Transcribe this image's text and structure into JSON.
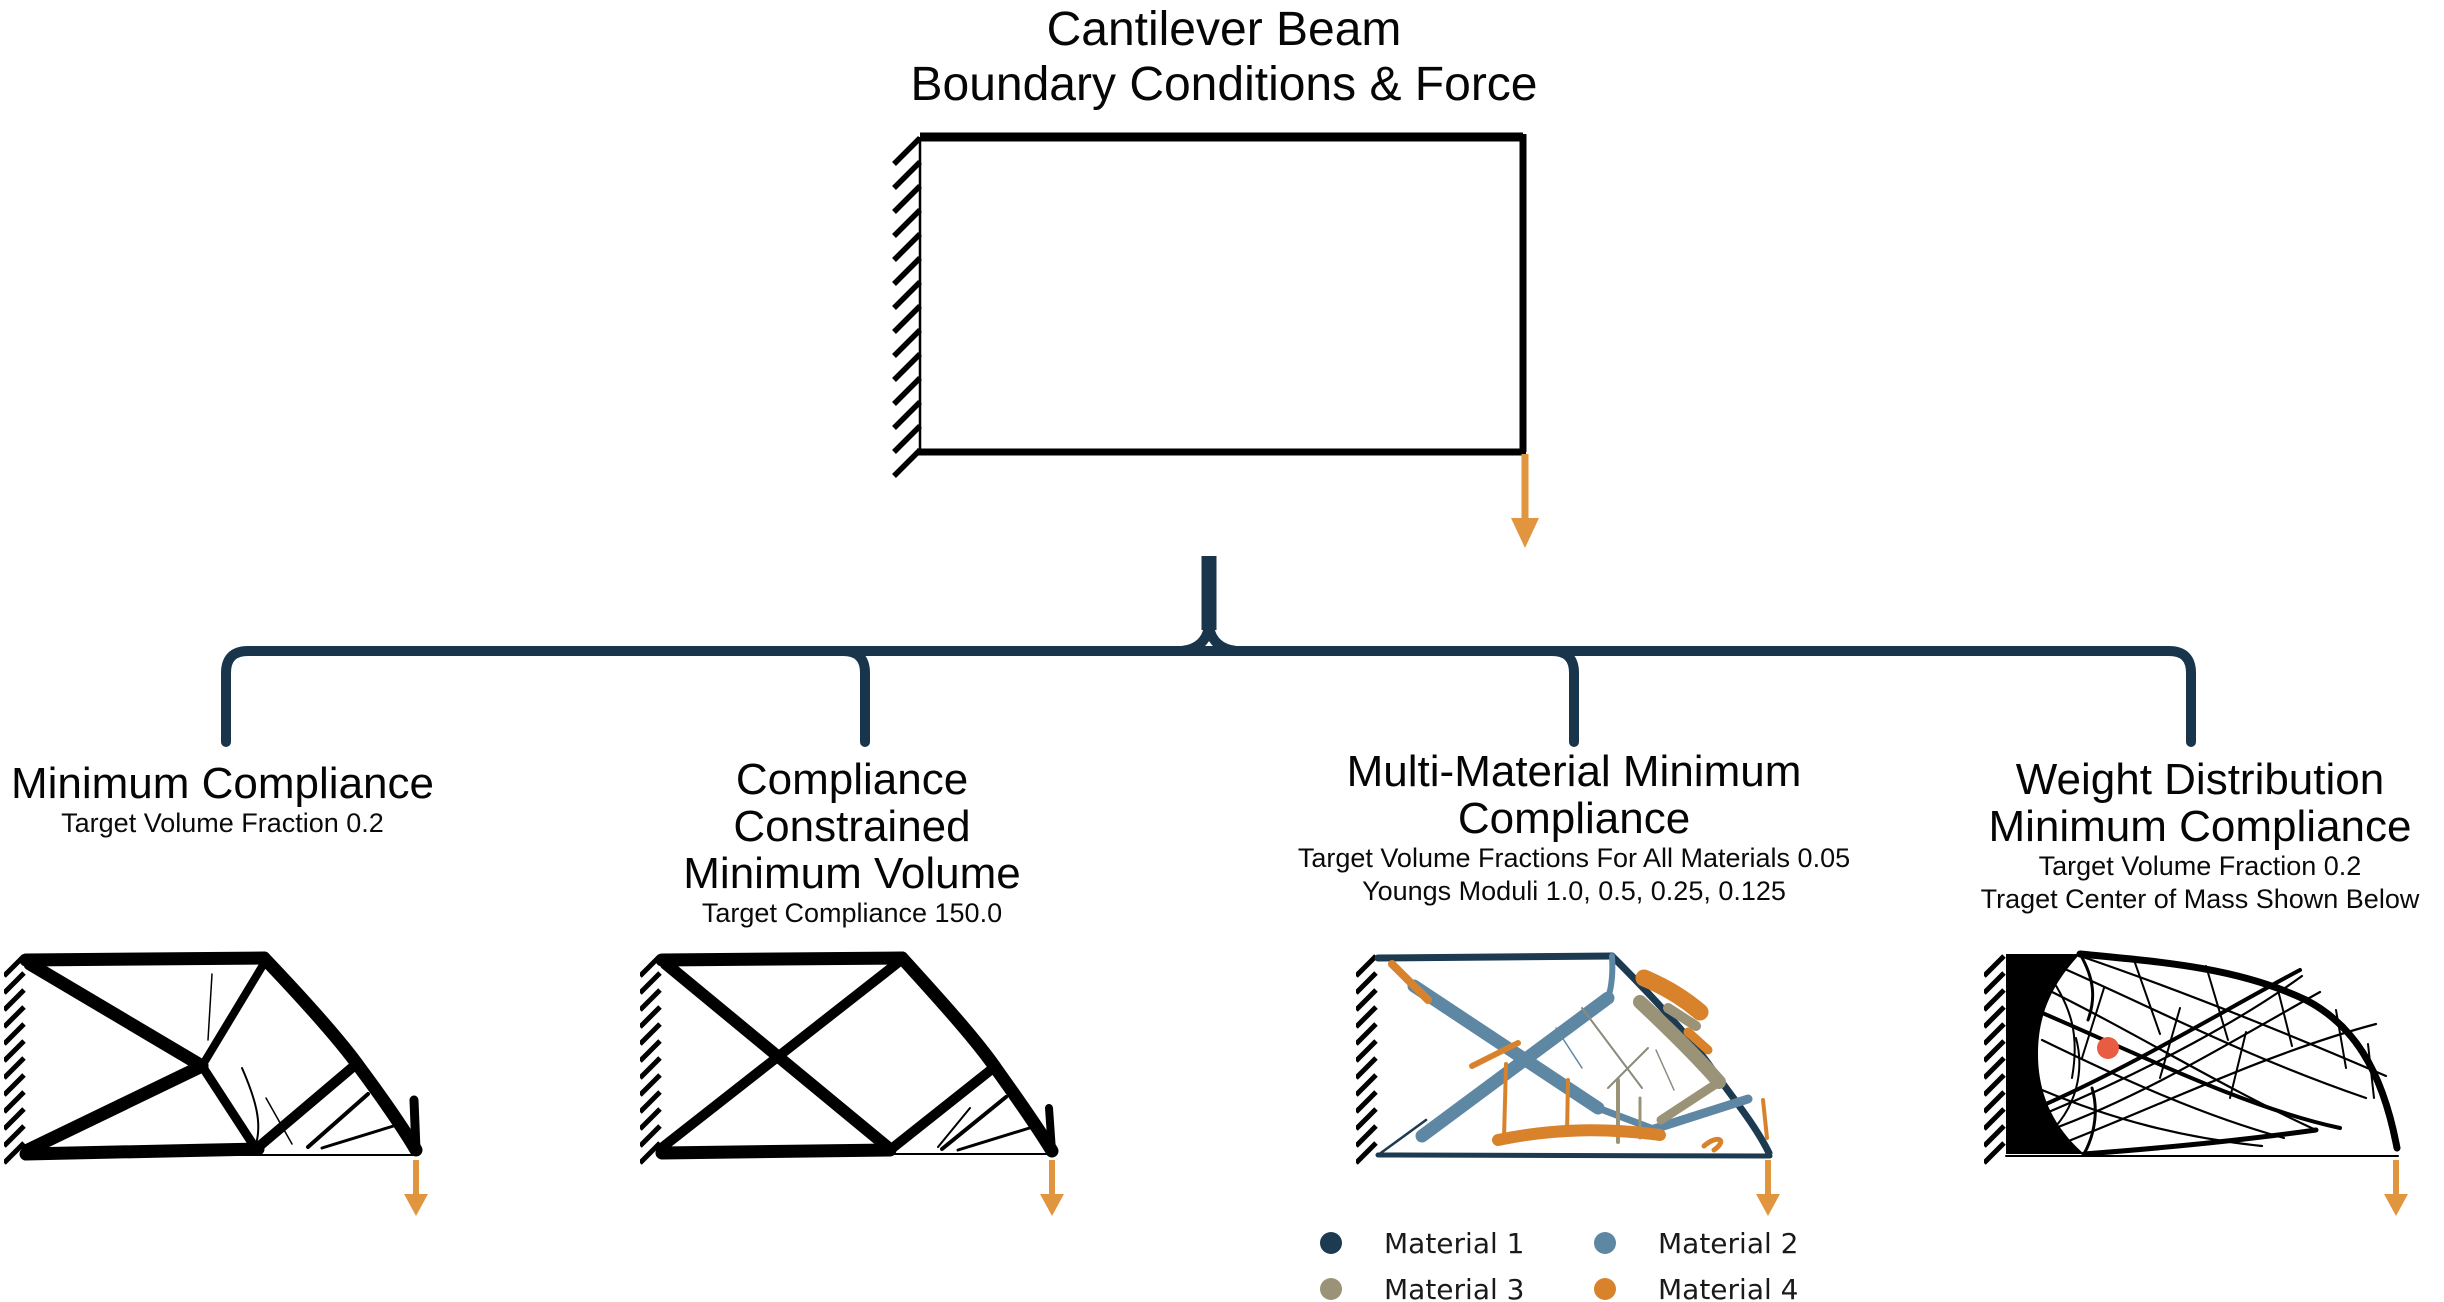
{
  "header": {
    "title_line1": "Cantilever Beam",
    "title_line2": "Boundary Conditions & Force"
  },
  "panels": [
    {
      "id": "minimum-compliance",
      "title1": "Minimum Compliance",
      "sub1": "Target Volume Fraction 0.2"
    },
    {
      "id": "compliance-constrained-minimum-volume",
      "title1": "Compliance Constrained",
      "title2": "Minimum Volume",
      "sub1": "Target Compliance 150.0"
    },
    {
      "id": "multi-material-minimum-compliance",
      "title1": "Multi-Material Minimum",
      "title2": "Compliance",
      "sub1": "Target Volume Fractions For All Materials 0.05",
      "sub2": "Youngs Moduli 1.0, 0.5, 0.25, 0.125"
    },
    {
      "id": "weight-distribution-minimum-compliance",
      "title1": "Weight Distribution",
      "title2": "Minimum Compliance",
      "sub1": "Target Volume Fraction 0.2",
      "sub2": "Traget Center of Mass Shown Below"
    }
  ],
  "legend": {
    "items": [
      {
        "label": "Material 1",
        "color": "#1C3A50"
      },
      {
        "label": "Material 2",
        "color": "#5E87A3"
      },
      {
        "label": "Material 3",
        "color": "#9A9377"
      },
      {
        "label": "Material 4",
        "color": "#D8832C"
      }
    ]
  },
  "colors": {
    "navy": "#19354C",
    "arrow_orange": "#E2953F",
    "material1": "#1C3A50",
    "material2": "#5E87A3",
    "material3": "#9A9377",
    "material4": "#D8832C",
    "target_dot": "#E85C41",
    "structure_black": "#000000"
  }
}
